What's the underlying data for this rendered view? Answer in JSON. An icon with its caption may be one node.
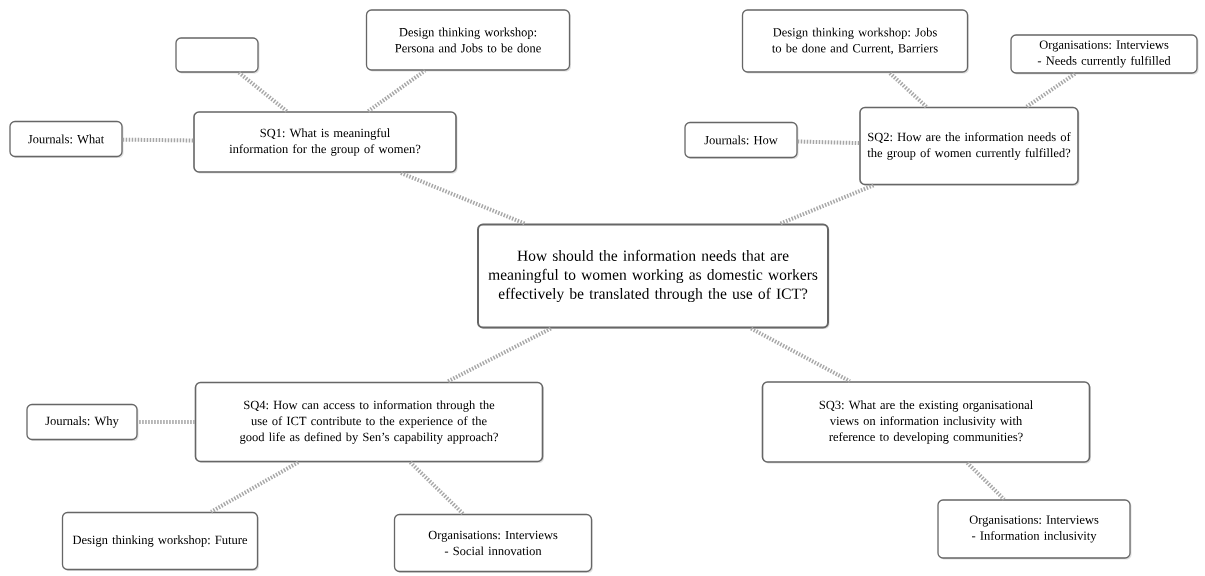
{
  "diagram": {
    "nodes": [
      {
        "text": [
          "How should the information needs that are meaningful to women working as domestic workers effectively be translated through the use of ICT?"
        ]
      },
      {
        "text": [
          "SQ1: What is meaningful information for the group of women?"
        ]
      },
      {
        "text": [],
        "shape": "box"
      },
      {
        "text": [
          "Design thinking workshop: Persona and Jobs to be done"
        ]
      },
      {
        "text": [
          "Journals: What"
        ]
      },
      {
        "text": [
          "SQ2: How are the information needs of the group of women currently fulfilled?"
        ]
      },
      {
        "text": [
          "Design thinking workshop: Jobs to be done and Current, Barriers"
        ]
      },
      {
        "text": [
          "Organisations: Interviews - Needs currently fulfilled"
        ]
      },
      {
        "text": [
          "Journals: How"
        ]
      },
      {
        "text": [
          "SQ3: What are the existing organisational views on information inclusivity with reference to developing communities?"
        ]
      },
      {
        "text": [
          "Organisations: Interviews - Information inclusivity"
        ]
      },
      {
        "text": [
          "SQ4: How can access to information through the use of ICT contribute to the experience of the good life as defined by Sen’s capability approach?"
        ]
      },
      {
        "text": [
          "Journals: Why"
        ]
      },
      {
        "text": [
          "Design thinking workshop: Future"
        ]
      },
      {
        "text": [
          "Organisations: Interviews - Social innovation"
        ]
      }
    ],
    "edges": [
      {
        "from": 0,
        "to": 1,
        "arrow": "none"
      },
      {
        "from": 0,
        "to": 5,
        "arrow": "none"
      },
      {
        "from": 0,
        "to": 9,
        "arrow": "none"
      },
      {
        "from": 0,
        "to": 11,
        "arrow": "none"
      },
      {
        "from": 1,
        "to": 2,
        "arrow": "none"
      },
      {
        "from": 1,
        "to": 3,
        "arrow": "none"
      },
      {
        "from": 1,
        "to": 4,
        "arrow": "none"
      },
      {
        "from": 5,
        "to": 6,
        "arrow": "none"
      },
      {
        "from": 5,
        "to": 7,
        "arrow": "none"
      },
      {
        "from": 5,
        "to": 8,
        "arrow": "none"
      },
      {
        "from": 9,
        "to": 10,
        "arrow": "none"
      },
      {
        "from": 11,
        "to": 12,
        "arrow": "none"
      },
      {
        "from": 11,
        "to": 13,
        "arrow": "none"
      },
      {
        "from": 11,
        "to": 14,
        "arrow": "none"
      }
    ]
  }
}
